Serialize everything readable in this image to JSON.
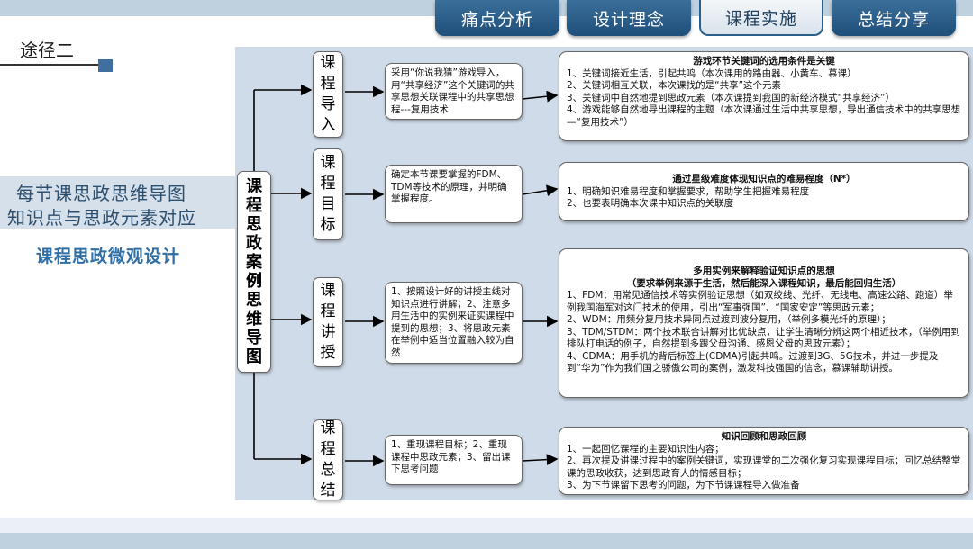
{
  "tabs": [
    {
      "label": "痛点分析",
      "active": false
    },
    {
      "label": "设计理念",
      "active": false
    },
    {
      "label": "课程实施",
      "active": true
    },
    {
      "label": "总结分享",
      "active": false
    }
  ],
  "page_label": "途径二",
  "side": {
    "line1": "每节课思政思维导图",
    "line2": "知识点与思政元素对应",
    "subtitle": "课程思政微观设计"
  },
  "root": {
    "chars": [
      "课",
      "程",
      "思",
      "政",
      "案",
      "例",
      "思",
      "维",
      "导",
      "图"
    ]
  },
  "stages": [
    {
      "chars": [
        "课",
        "程",
        "导",
        "入"
      ],
      "mid": "采用“你说我猜”游戏导入，用“共享经济”这个关键词的共享思想关联课程中的共享思想程---复用技术",
      "title": "游戏环节关键词的选用条件是关键",
      "lines": [
        "1、关键词接近生活，引起共鸣（本次课用的路由器、小黄车、慕课）",
        "2、关键词相互关联，本次课找的是“共享”这个元素",
        "3、关键词中自然地提到思政元素（本次课提到我国的新经济模式“共享经济”）",
        "4、游戏能够自然地导出课程的主题（本次课通过生活中共享思想，导出通信技术中的共享思想—“复用技术”）"
      ]
    },
    {
      "chars": [
        "课",
        "程",
        "目",
        "标"
      ],
      "mid": "确定本节课要掌握的FDM、TDM等技术的原理，并明确掌握程度。",
      "title": "通过星级难度体现知识点的难易程度（N*）",
      "lines": [
        "1、明确知识难易程度和掌握要求，帮助学生把握难易程度",
        "2、也要表明确本次课中知识点的关联度"
      ]
    },
    {
      "chars": [
        "课",
        "程",
        "讲",
        "授"
      ],
      "mid": "1、按照设计好的讲授主线对知识点进行讲解；2、注意多用生活中的实例来证实课程中提到的思想；3、将思政元素在举例中适当位置融入较为自然",
      "title": "多用实例来解释验证知识点的思想",
      "subtitle": "（要求举例来源于生活，然后能深入课程知识，最后能回归生活）",
      "lines": [
        "1、FDM：用常见通信技术等实例验证思想（如双绞线、光纤、无线电、高速公路、跑道）举例我国海军对这门技术的使用，引出“军事强国”、“国家安定”等思政元素；",
        "2、WDM：用频分复用技术异同点过渡到波分复用，（举例多模光纤的原理）；",
        "3、TDM/STDM：两个技术联合讲解对比优缺点，让学生清晰分辨这两个相近技术，（举例用到排队打电话的例子，自然提到多跟父母沟通、感恩父母的思政元素）；",
        "4、CDMA：用手机的背后标签上(CDMA)引起共鸣。过渡到3G、5G技术，并进一步提及到“华为”作为我们国之骄傲公司的案例，激发科技强国的信念，慕课辅助讲授。"
      ]
    },
    {
      "chars": [
        "课",
        "程",
        "总",
        "结"
      ],
      "mid": "1、重现课程目标；2、重现课程中思政元素；3、留出课下思考问题",
      "title": "知识回顾和思政回顾",
      "lines": [
        "1、一起回忆课程的主要知识性内容；",
        "2、再次提及讲课过程中的案例关键词，实现课堂的二次强化复习实现课程目标；回忆总结整堂课的思政收获，达到思政育人的情感目标；",
        "3、为下节课留下思考的问题，为下节课课程导入做准备"
      ]
    }
  ]
}
